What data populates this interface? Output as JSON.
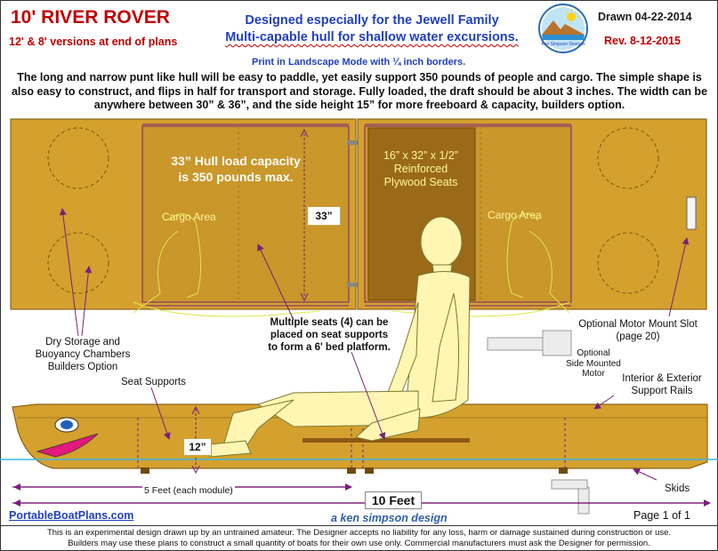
{
  "header": {
    "title": "10' RIVER ROVER",
    "subtitle": "12' & 8' versions at end of plans",
    "headline_1": "Designed especially for the Jewell Family",
    "headline_2": "Multi-capable hull for shallow water excursions.",
    "drawn": "Drawn 04-22-2014",
    "revision": "Rev. 8-12-2015",
    "print_note": "Print in Landscape Mode with ¼ inch borders.",
    "logo_text": "Ken Simpson Designs"
  },
  "intro": "The long and narrow punt like hull will be easy to paddle, yet easily support 350 pounds of people and cargo.  The simple shape is also easy to construct, and flips in half for transport and storage. Fully loaded, the draft should be about 3 inches. The width can be anywhere between 30” & 36”, and the side height 15” for more freeboard & capacity, builders option.",
  "top_view": {
    "capacity_1": "33” Hull load capacity",
    "capacity_2": "is 350 pounds max.",
    "width_dim": "33”",
    "seat_1": "16” x 32” x 1/2”",
    "seat_2": "Reinforced",
    "seat_3": "Plywood Seats",
    "cargo_left": "Cargo Area",
    "cargo_right": "Cargo Area"
  },
  "labels": {
    "dry_storage_1": "Dry Storage and",
    "dry_storage_2": "Buoyancy Chambers",
    "dry_storage_3": "Builders Option",
    "seat_supports": "Seat Supports",
    "multi_seats_1": "Multiple seats (4) can be",
    "multi_seats_2": "placed on seat supports",
    "multi_seats_3": "to form a 6' bed platform.",
    "motor_slot_1": "Optional Motor Mount Slot",
    "motor_slot_2": "(page 20)",
    "side_motor_1": "Optional",
    "side_motor_2": "Side Mounted",
    "side_motor_3": "Motor",
    "rails_1": "Interior & Exterior",
    "rails_2": "Support Rails",
    "skids": "Skids",
    "height_dim": "12”",
    "module_len": "5 Feet (each module)",
    "total_len": "10 Feet"
  },
  "footer": {
    "url": "PortableBoatPlans.com",
    "designer": "a ken simpson design",
    "page": "Page 1 of  1",
    "disclaimer_1": "This is an experimental design drawn up by an untrained amateur. The Designer accepts no liability for any loss, harm or damage sustained during construction or use.",
    "disclaimer_2": "Builders may use these plans to construct a small quantity of boats for their own use only.  Commercial manufacturers must ask the Designer for permission."
  },
  "colors": {
    "hull": "#d4a12e",
    "hull_dark": "#a87820",
    "seat": "#9a6a18",
    "title_red": "#c00000",
    "headline_blue": "#1f3fbf",
    "arrow_purple": "#7a1f7a",
    "water": "#38b8e8",
    "figure": "#fff6b3"
  }
}
